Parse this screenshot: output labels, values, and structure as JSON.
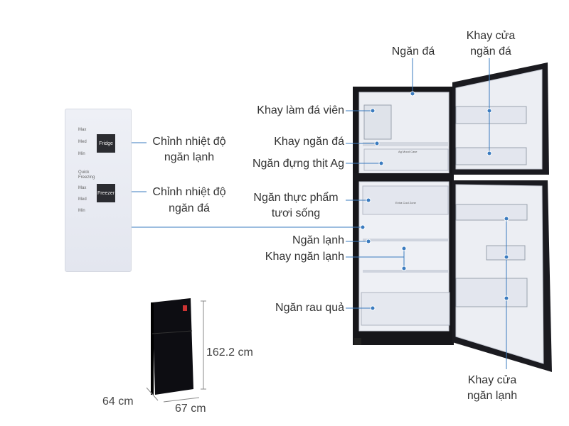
{
  "labels": {
    "ngan_da": "Ngăn đá",
    "khay_cua_ngan_da_1": "Khay cửa",
    "khay_cua_ngan_da_2": "ngăn đá",
    "khay_lam_da_vien": "Khay làm đá viên",
    "khay_ngan_da": "Khay ngăn đá",
    "ngan_dung_thit": "Ngăn đựng thịt Ag",
    "chinh_nhiet_lanh_1": "Chỉnh nhiệt độ",
    "chinh_nhiet_lanh_2": "ngăn lạnh",
    "chinh_nhiet_da_1": "Chỉnh nhiệt độ",
    "chinh_nhiet_da_2": "ngăn đá",
    "ngan_thuc_pham_1": "Ngăn thực phẩm",
    "ngan_thuc_pham_2": "tươi sống",
    "ngan_lanh": "Ngăn lạnh",
    "khay_ngan_lanh": "Khay ngăn lạnh",
    "ngan_rau_qua": "Ngăn rau quả",
    "khay_cua_ngan_lanh_1": "Khay cửa",
    "khay_cua_ngan_lanh_2": "ngăn lạnh"
  },
  "panel": {
    "max1": "Max",
    "med1": "Med",
    "min1": "Min",
    "fridge": "Fridge",
    "quick_freezing_1": "Quick",
    "quick_freezing_2": "Freezing",
    "max2": "Max",
    "med2": "Med",
    "min2": "Min",
    "freezer": "Freezer"
  },
  "interior": {
    "ag_label": "Ag Mood Case",
    "extra_cool": "Extra Cool Zone"
  },
  "dimensions": {
    "height": "162.2 cm",
    "depth": "64 cm",
    "width": "67 cm"
  },
  "colors": {
    "line": "#3a7bbf",
    "fridge_body": "#111114",
    "interior": "#eef0f5"
  }
}
